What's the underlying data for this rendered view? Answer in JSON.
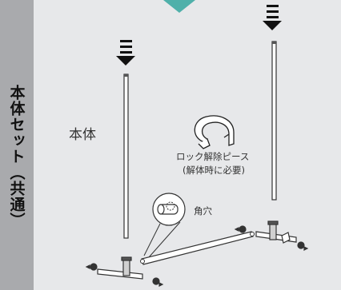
{
  "sidebar": {
    "title": "本体セット（共通）"
  },
  "labels": {
    "body": "本体",
    "lock_release_piece": "ロック解除ピース",
    "lock_release_piece_note": "(解体時に必要)",
    "square_hole": "角穴"
  },
  "colors": {
    "sidebar": "#a9aaad",
    "panel": "#e7e8ea",
    "accent_teal": "#4fb0aa",
    "line": "#222222"
  },
  "icons": [
    "down-arrow-icon",
    "down-arrow-icon",
    "lock-release-piece-icon",
    "magnifier-icon"
  ]
}
